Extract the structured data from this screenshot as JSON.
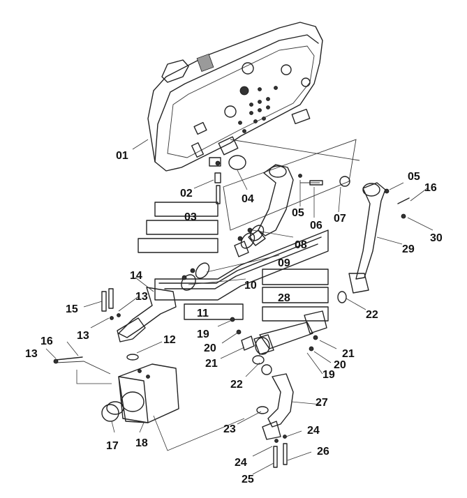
{
  "labels": {
    "l01": "01",
    "l02": "02",
    "l03": "03",
    "l04": "04",
    "l05a": "05",
    "l05b": "05",
    "l06": "06",
    "l07": "07",
    "l08": "08",
    "l09": "09",
    "l10": "10",
    "l11": "11",
    "l12": "12",
    "l13a": "13",
    "l13b": "13",
    "l13c": "13",
    "l14": "14",
    "l15": "15",
    "l16a": "16",
    "l16b": "16",
    "l17": "17",
    "l18": "18",
    "l19a": "19",
    "l19b": "19",
    "l20a": "20",
    "l20b": "20",
    "l21a": "21",
    "l21b": "21",
    "l22a": "22",
    "l22b": "22",
    "l23": "23",
    "l24a": "24",
    "l24b": "24",
    "l25": "25",
    "l26": "26",
    "l27": "27",
    "l28": "28",
    "l29": "29",
    "l30": "30"
  }
}
